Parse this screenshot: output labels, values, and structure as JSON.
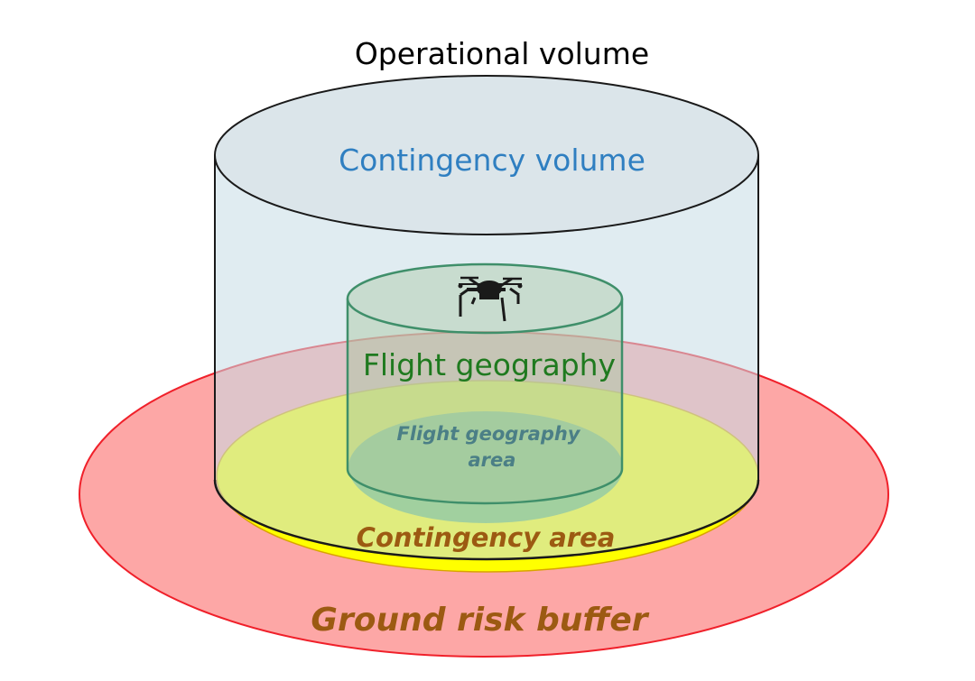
{
  "labels": {
    "operational_volume": "Operational volume",
    "contingency_volume": "Contingency volume",
    "flight_geography": "Flight geography",
    "flight_geography_area_line1": "Flight geography",
    "flight_geography_area_line2": "area",
    "contingency_area": "Contingency area",
    "ground_risk_buffer": "Ground risk buffer"
  },
  "colors": {
    "ground_risk_buffer_fill": "#fda7a6",
    "ground_risk_buffer_stroke": "#f0202a",
    "contingency_area_fill": "#ffff00",
    "flight_geography_area_fill": "#74c04b",
    "contingency_volume_fill": "#c7dde6",
    "flight_geography_volume_fill": "#a9c7a0",
    "flight_geography_stroke": "#3f8f6a",
    "outline": "#1a1a1a",
    "contingency_volume_text": "#2f7fc1",
    "flight_geography_text": "#1f7a1f",
    "flight_geography_area_text": "#4b7f86",
    "area_text": "#9c5a12"
  },
  "icons": {
    "aircraft": "drone-icon"
  }
}
